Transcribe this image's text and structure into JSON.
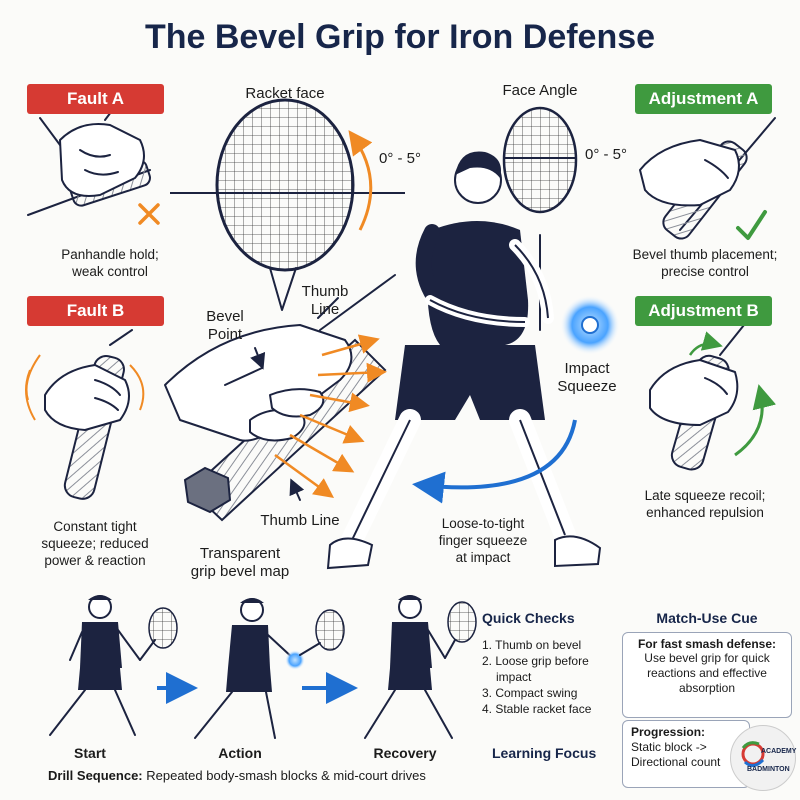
{
  "title": "The Bevel Grip for Iron Defense",
  "faults": {
    "a": {
      "tag": "Fault A",
      "caption": [
        "Panhandle hold;",
        "weak control"
      ]
    },
    "b": {
      "tag": "Fault B",
      "caption": [
        "Constant tight",
        "squeeze; reduced",
        "power & reaction"
      ]
    }
  },
  "adjustments": {
    "a": {
      "tag": "Adjustment A",
      "caption": [
        "Bevel thumb placement;",
        "precise control"
      ]
    },
    "b": {
      "tag": "Adjustment B",
      "caption": [
        "Late squeeze recoil;",
        "enhanced repulsion"
      ]
    }
  },
  "center": {
    "racket_face": "Racket face",
    "angle_left": "0° - 5°",
    "face_angle": "Face Angle",
    "angle_right": "0° - 5°",
    "thumb_line_top": [
      "Thumb",
      "Line"
    ],
    "bevel_point": [
      "Bevel",
      "Point"
    ],
    "thumb_line_bottom": "Thumb Line",
    "transparent_map": [
      "Transparent",
      "grip bevel map"
    ],
    "impact_squeeze": [
      "Impact",
      "Squeeze"
    ],
    "loose_to_tight": [
      "Loose-to-tight",
      "finger squeeze",
      "at impact"
    ]
  },
  "sequence": {
    "start": "Start",
    "action": "Action",
    "recovery": "Recovery",
    "drill_label": "Drill Sequence:",
    "drill_text": " Repeated body-smash blocks & mid-court drives"
  },
  "quick_checks": {
    "title": "Quick Checks",
    "items": [
      "1. Thumb on bevel",
      "2. Loose grip before",
      "impact",
      "3. Compact swing",
      "4. Stable racket face"
    ]
  },
  "learning_focus": "Learning Focus",
  "match_use": {
    "title": "Match-Use Cue",
    "cue_head": "For fast smash defense:",
    "cue_body": [
      "Use bevel grip for quick",
      "reactions and effective",
      "absorption"
    ],
    "progression_head": "Progression:",
    "progression_body": [
      "Static block ->",
      "Directional count"
    ]
  },
  "logo": {
    "text": [
      "ACADEMY",
      "BADMINTON"
    ]
  },
  "colors": {
    "red": "#d63a33",
    "green": "#3f9a3f",
    "navy": "#17264a",
    "orange": "#f08a24",
    "blue": "#1f6fd1"
  }
}
